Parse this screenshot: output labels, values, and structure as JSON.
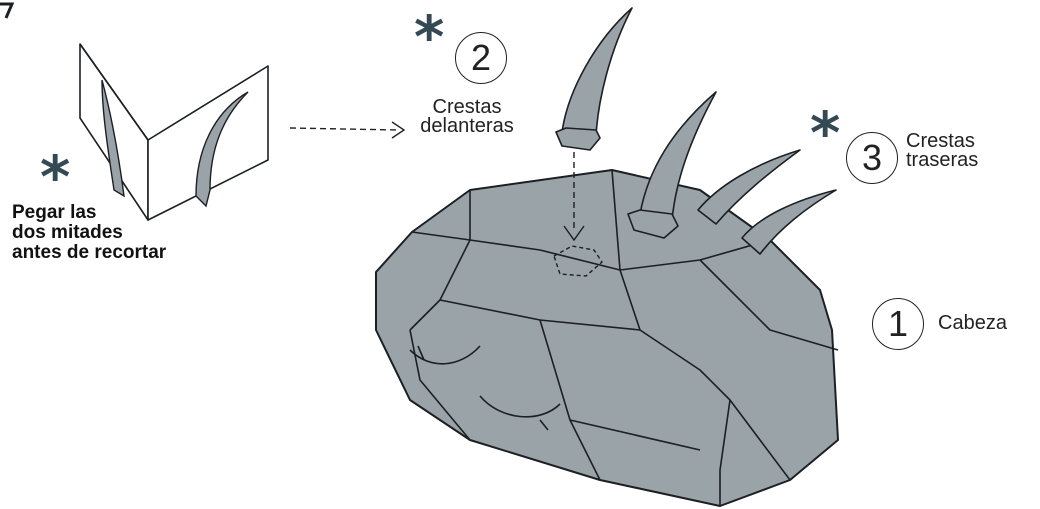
{
  "note": {
    "lines": [
      "Pegar las",
      "dos mitades",
      "antes de recortar"
    ]
  },
  "steps": [
    {
      "number": "1",
      "label_lines": [
        "Cabeza"
      ],
      "asterisk": false
    },
    {
      "number": "2",
      "label_lines": [
        "Crestas",
        "delanteras"
      ],
      "asterisk": true
    },
    {
      "number": "3",
      "label_lines": [
        "Crestas",
        "traseras"
      ],
      "asterisk": true
    }
  ],
  "asterisk_symbol": "*",
  "colors": {
    "fill": "#9aa3a8",
    "line": "#1c1f24",
    "accent": "#334a55"
  }
}
